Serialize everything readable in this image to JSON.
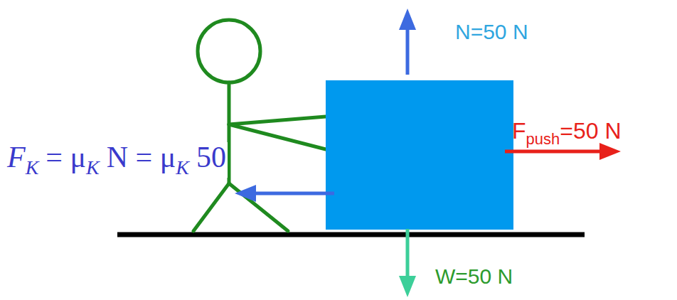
{
  "diagram": {
    "labels": [
      "N=50 N",
      "F",
      "push",
      "=50 N",
      "F",
      "K",
      "= μ",
      "K",
      "N = μ",
      "K",
      "50",
      "W=50 N"
    ]
  }
}
